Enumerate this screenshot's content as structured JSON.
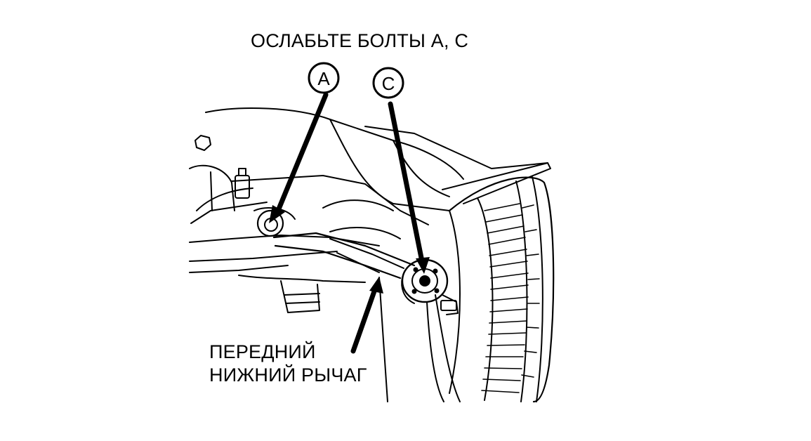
{
  "diagram": {
    "title": "ОСЛАБЬТЕ БОЛТЫ А, С",
    "callouts": [
      {
        "letter": "A"
      },
      {
        "letter": "C"
      }
    ],
    "part_label": {
      "line1": "ПЕРЕДНИЙ",
      "line2": "НИЖНИЙ РЫЧАГ"
    },
    "colors": {
      "ink": "#000000",
      "paper": "#ffffff"
    }
  }
}
